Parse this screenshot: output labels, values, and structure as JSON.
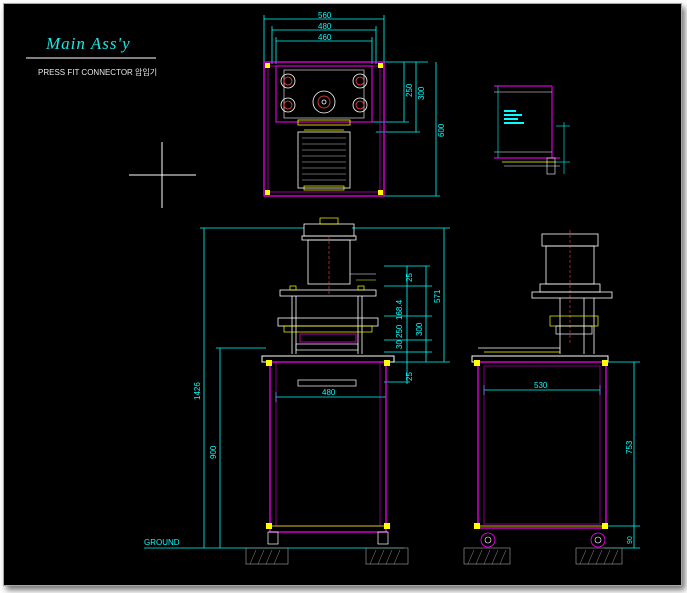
{
  "header": {
    "title": "Main Ass'y",
    "subtitle": "PRESS FIT CONNECTOR 압입기"
  },
  "top_view": {
    "dim_width_outer": "560",
    "dim_width_mid": "480",
    "dim_width_inner": "460",
    "dim_height_a": "250",
    "dim_height_b": "300",
    "dim_height_total": "600"
  },
  "front_view": {
    "dim_total_height": "1426",
    "dim_base_height": "900",
    "dim_upper_height": "571",
    "dim_stack": [
      "25",
      "168.4",
      "250",
      "300",
      "30",
      "25"
    ],
    "dim_table_width": "480",
    "ground_label": "GROUND"
  },
  "side_view": {
    "dim_width": "530",
    "dim_height": "753",
    "dim_foot": "90"
  },
  "colors": {
    "background": "#000000",
    "dimension": "#00ffff",
    "frame": "#ff00ff",
    "body": "#ffffff",
    "accent": "#ffff00",
    "hatch": "#909090"
  }
}
